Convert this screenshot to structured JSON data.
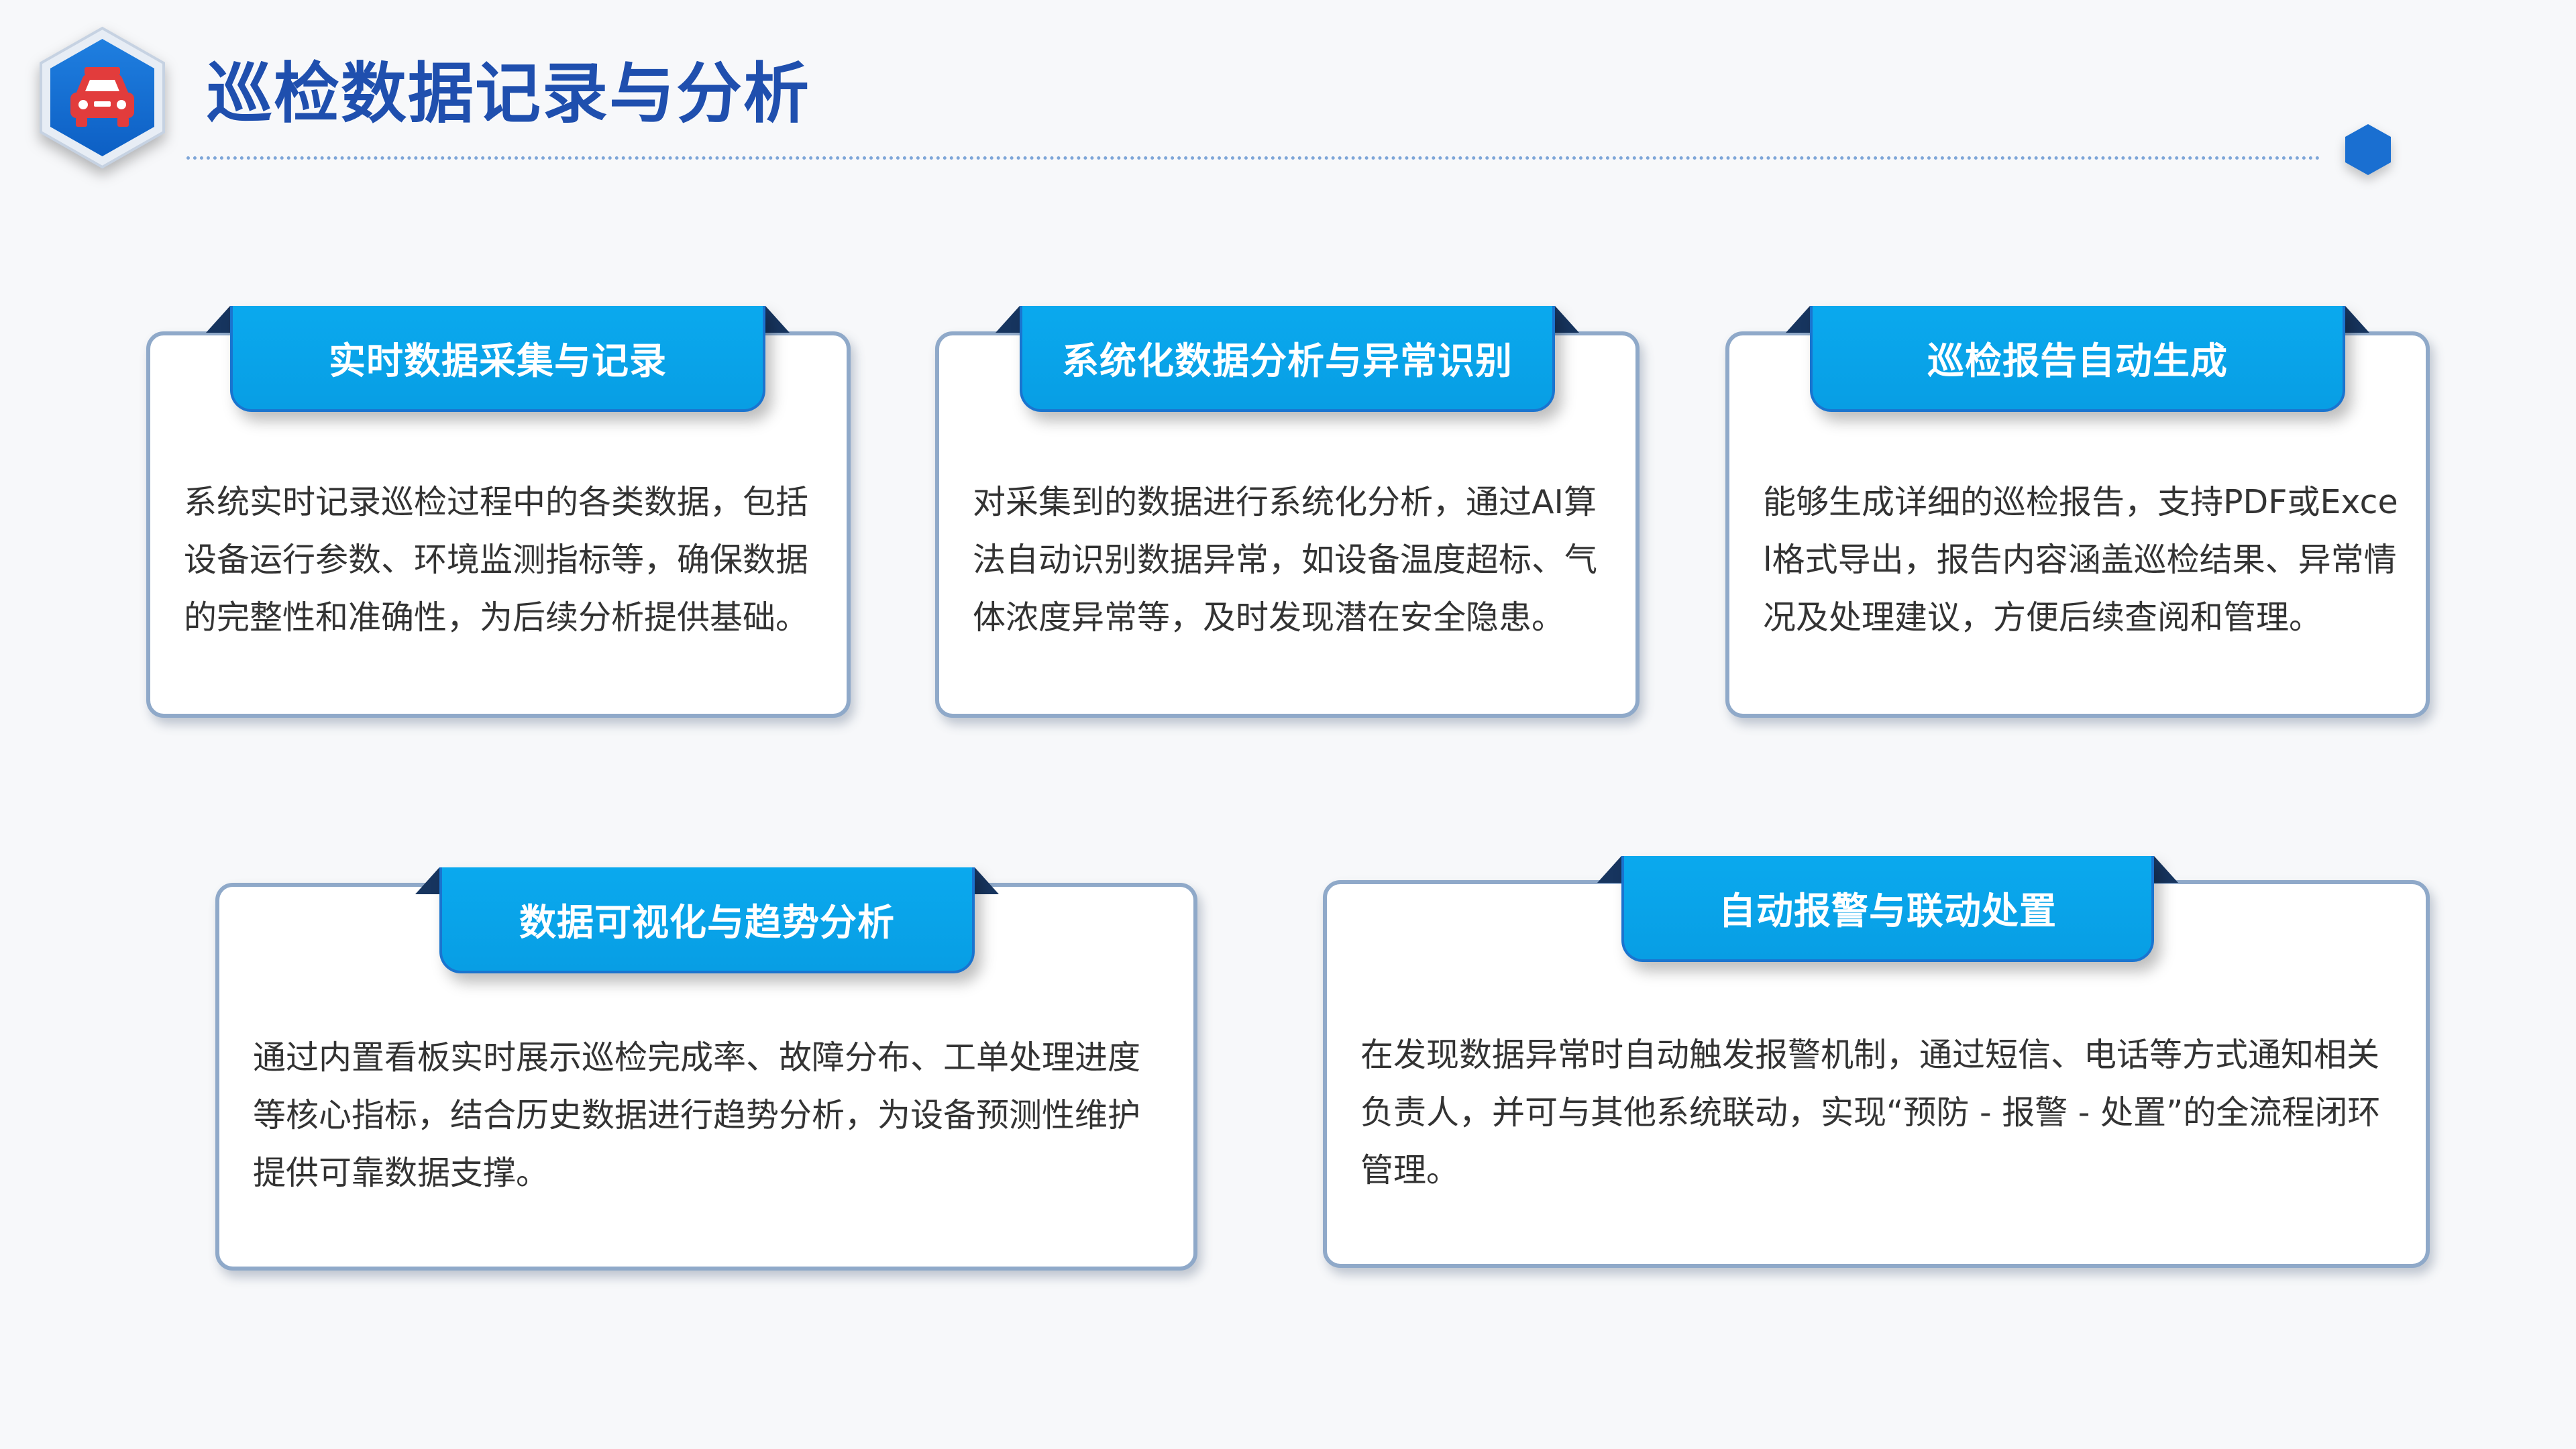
{
  "header": {
    "title": "巡检数据记录与分析",
    "logo_icon": "car-icon"
  },
  "colors": {
    "title": "#1f4fae",
    "tab": "#0aa9ee",
    "card_border": "#8fa9c9",
    "accent": "#1a6fd1"
  },
  "cards": [
    {
      "title": "实时数据采集与记录",
      "text": "系统实时记录巡检过程中的各类数据，包括设备运行参数、环境监测指标等，确保数据的完整性和准确性，为后续分析提供基础。"
    },
    {
      "title": "系统化数据分析与异常识别",
      "text": "对采集到的数据进行系统化分析，通过AI算法自动识别数据异常，如设备温度超标、气体浓度异常等，及时发现潜在安全隐患。"
    },
    {
      "title": "巡检报告自动生成",
      "text": "能够生成详细的巡检报告，支持PDF或Excel格式导出，报告内容涵盖巡检结果、异常情况及处理建议，方便后续查阅和管理。"
    },
    {
      "title": "数据可视化与趋势分析",
      "text": "通过内置看板实时展示巡检完成率、故障分布、工单处理进度等核心指标，结合历史数据进行趋势分析，为设备预测性维护提供可靠数据支撑。"
    },
    {
      "title": "自动报警与联动处置",
      "text": "在发现数据异常时自动触发报警机制，通过短信、电话等方式通知相关负责人，并可与其他系统联动，实现“预防 - 报警 - 处置”的全流程闭环管理。"
    }
  ]
}
